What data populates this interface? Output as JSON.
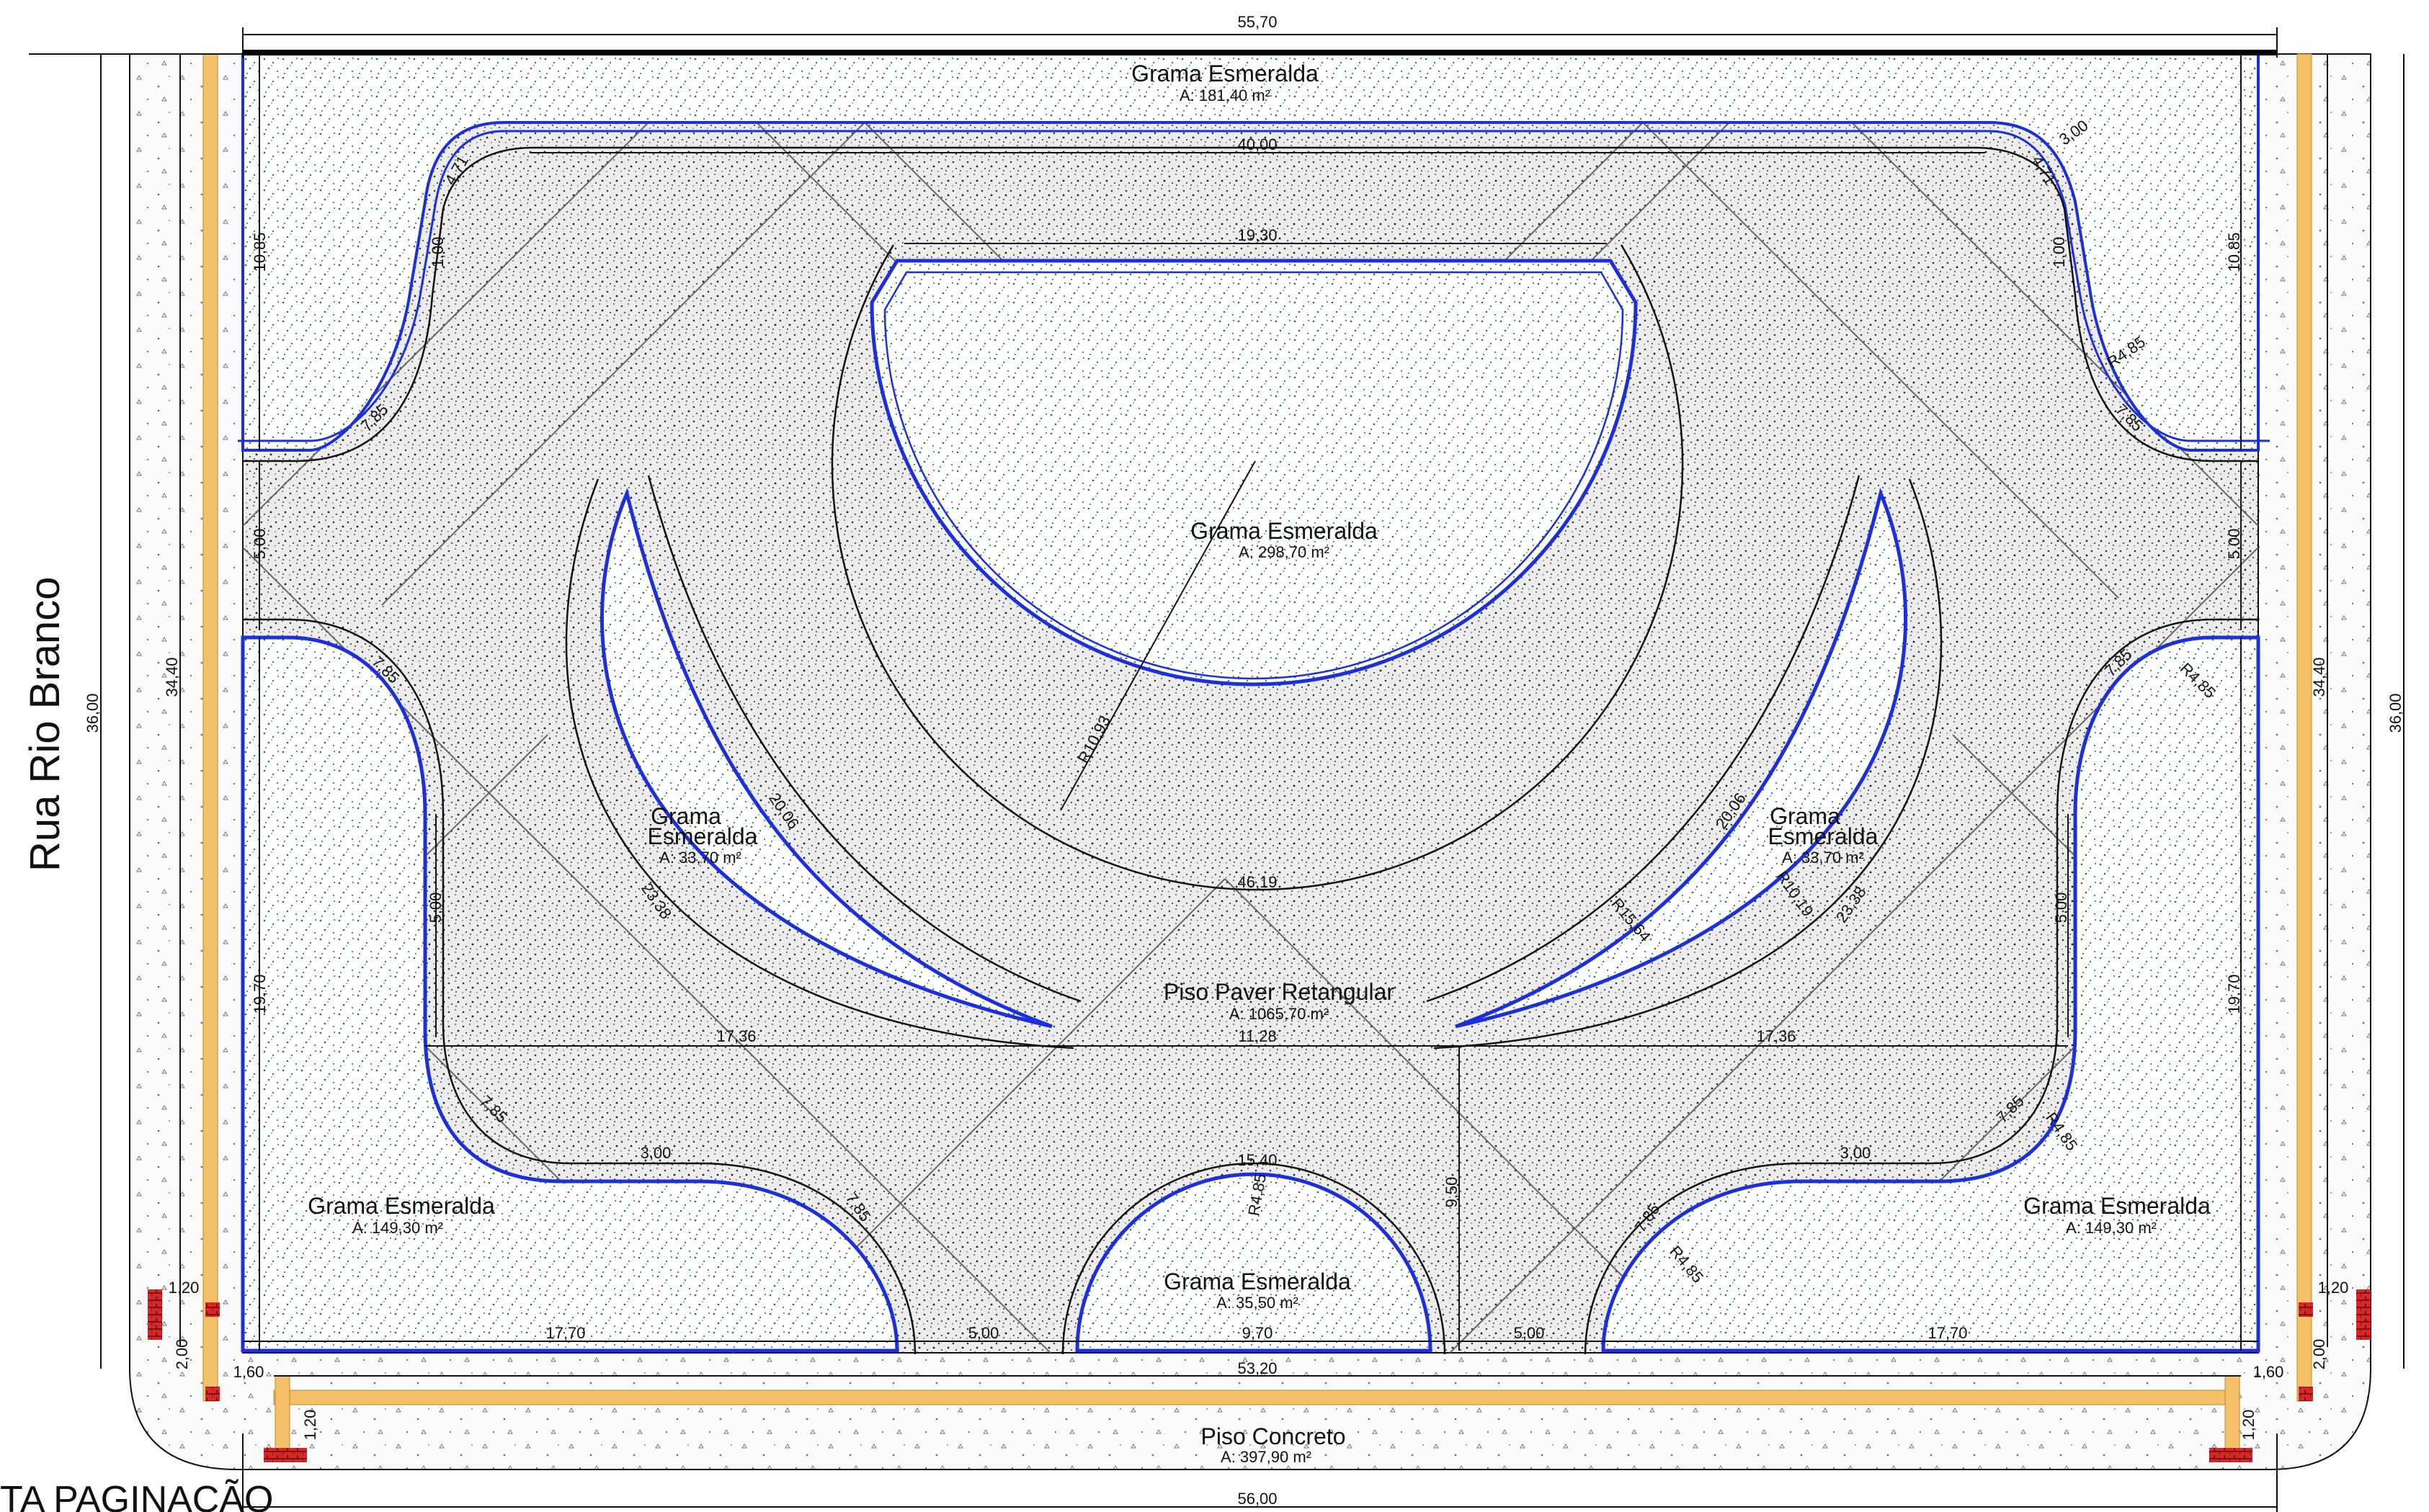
{
  "drawing_title": "TA PAGINAÇÃO",
  "street": "Rua Rio Branco",
  "colors": {
    "curb": "#f4c068",
    "blue_border": "#1c2fd8",
    "grass_dot": "#1f7a2c",
    "paver_fill": "#e9e9e9",
    "concrete_fill": "#f7f7f7",
    "line": "#1a1a1a"
  },
  "areas": {
    "grass_top": {
      "name": "Grama Esmeralda",
      "area": "A: 181,40 m²"
    },
    "grass_center": {
      "name": "Grama Esmeralda",
      "area": "A: 298,70 m²"
    },
    "grass_crescent_left": {
      "name1": "Grama",
      "name2": "Esmeralda",
      "area": "A: 33,70 m²"
    },
    "grass_crescent_right": {
      "name1": "Grama",
      "name2": "Esmeralda",
      "area": "A: 33,70 m²"
    },
    "paver": {
      "name": "Piso Paver Retangular",
      "area": "A: 1065,70 m²"
    },
    "grass_bottom_left": {
      "name": "Grama Esmeralda",
      "area": "A: 149,30 m²"
    },
    "grass_bottom_right": {
      "name": "Grama Esmeralda",
      "area": "A: 149,30 m²"
    },
    "grass_bottom_center": {
      "name": "Grama Esmeralda",
      "area": "A: 35,50 m²"
    },
    "concrete": {
      "name": "Piso Concreto",
      "area": "A: 397,90 m²"
    }
  },
  "dims": {
    "top_total": "55,70",
    "inner_top": "40,00",
    "center_top": "19,30",
    "left_total": "36,00",
    "left_inner": "34,40",
    "right_total": "36,00",
    "right_inner": "34,40",
    "left_upper": "10,85",
    "right_upper": "10,85",
    "left_mid": "5,00",
    "right_mid": "5,00",
    "left_lower": "19,70",
    "right_lower": "19,70",
    "left_inner_mid": "5,00",
    "right_inner_mid": "5,00",
    "corner_r1_l": "1,00",
    "corner_r1_r": "1,00",
    "arc_471_l": "4,71",
    "arc_471_r": "4,71",
    "arc_300_r": "3,00",
    "arc_785_tl": "7,85",
    "arc_785_tr": "7,85",
    "r485_tr": "R4,85",
    "arc_785_ml": "7,85",
    "arc_785_mr": "7,85",
    "r485_mr": "R4,85",
    "radius_center": "R10,93",
    "arc_center": "46,19",
    "arc_2006_l": "20,06",
    "arc_2338_l": "23,38",
    "arc_2006_r": "20,06",
    "arc_2338_r": "23,38",
    "r1019_r": "R10,19",
    "r1564_r": "R15,64",
    "h_1736_l": "17,36",
    "h_1128": "11,28",
    "h_1736_r": "17,36",
    "arc_785_bl": "7,85",
    "arc_785_bl2": "7,85",
    "h_300_l": "3,00",
    "h_300_r": "3,00",
    "arc_785_br": "7,85",
    "arc_785_br2": "7,85",
    "r485_br": "R4,85",
    "r485_br2": "R4,85",
    "arc_1540": "15,40",
    "r485_bc": "R4,85",
    "v_950": "9,50",
    "b_1770_l": "17,70",
    "b_500_l": "5,00",
    "b_970": "9,70",
    "b_500_r": "5,00",
    "b_1770_r": "17,70",
    "b_5320": "53,20",
    "b_5600": "56,00",
    "s_120_l": "1,20",
    "s_120_r": "1,20",
    "s_200_l": "2,00",
    "s_200_r": "2,00",
    "s_160_l": "1,60",
    "s_160_r": "1,60",
    "s_120_bl": "1,20",
    "s_120_br": "1,20"
  }
}
